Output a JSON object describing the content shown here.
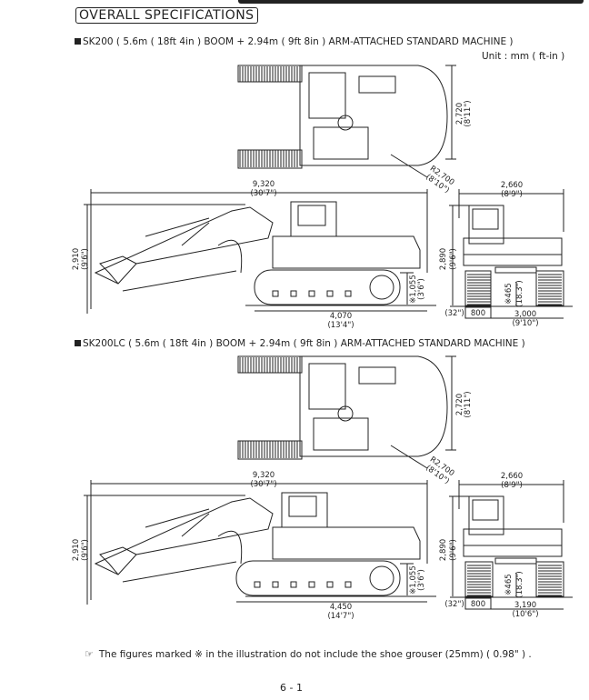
{
  "page": {
    "section_title": "OVERALL SPECIFICATIONS",
    "unit_label": "Unit : mm ( ft-in )",
    "note_icon": "pointing-hand-icon",
    "note": "The figures marked ※ in the illustration do not include the shoe grouser (25mm) ( 0.98\" ) .",
    "page_number": "6 - 1"
  },
  "machines": [
    {
      "heading": "SK200 ( 5.6m ( 18ft 4in ) BOOM + 2.94m ( 9ft 8in ) ARM-ATTACHED STANDARD MACHINE )",
      "dims": {
        "width_top": "2,720",
        "width_top_ft": "(8'11\")",
        "swing_radius": "R2,700",
        "swing_radius_ft": "(8'10\")",
        "overall_length": "9,320",
        "overall_length_ft": "(30'7\")",
        "overall_height": "2,910",
        "overall_height_ft": "(9'6\")",
        "ground_clearance": "※1,055",
        "ground_clearance_ft": "(3'6\")",
        "track_length": "4,070",
        "track_length_ft": "(13'4\")",
        "upper_width": "2,660",
        "upper_width_ft": "(8'9\")",
        "cab_height": "2,890",
        "cab_height_ft": "(9'6\")",
        "min_clearance": "※465",
        "min_clearance_ft": "(18.3\")",
        "shoe_width": "800",
        "shoe_width_ft": "(32\")",
        "track_width": "3,000",
        "track_width_ft": "(9'10\")"
      }
    },
    {
      "heading": "SK200LC ( 5.6m ( 18ft 4in ) BOOM + 2.94m ( 9ft 8in ) ARM-ATTACHED STANDARD MACHINE )",
      "dims": {
        "width_top": "2,720",
        "width_top_ft": "(8'11\")",
        "swing_radius": "R2,700",
        "swing_radius_ft": "(8'10\")",
        "overall_length": "9,320",
        "overall_length_ft": "(30'7\")",
        "overall_height": "2,910",
        "overall_height_ft": "(9'6\")",
        "ground_clearance": "※1,055",
        "ground_clearance_ft": "(3'6\")",
        "track_length": "4,450",
        "track_length_ft": "(14'7\")",
        "upper_width": "2,660",
        "upper_width_ft": "(8'9\")",
        "cab_height": "2,890",
        "cab_height_ft": "(9'6\")",
        "min_clearance": "※465",
        "min_clearance_ft": "(18.3\")",
        "shoe_width": "800",
        "shoe_width_ft": "(32\")",
        "track_width": "3,190",
        "track_width_ft": "(10'6\")"
      }
    }
  ]
}
